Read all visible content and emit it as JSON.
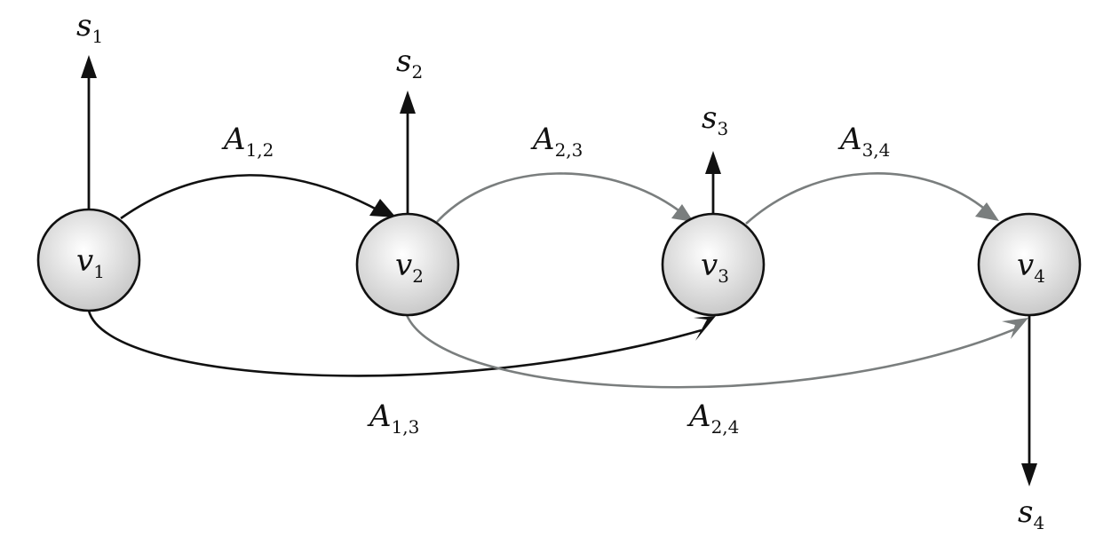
{
  "colors": {
    "primary_edge": "#111111",
    "secondary_edge": "#7a7e7e",
    "node_fill_center": "#ffffff",
    "node_fill_edge": "#c9c9c9"
  },
  "nodes": [
    {
      "id": "v1",
      "base": "v",
      "sub": "1"
    },
    {
      "id": "v2",
      "base": "v",
      "sub": "2"
    },
    {
      "id": "v3",
      "base": "v",
      "sub": "3"
    },
    {
      "id": "v4",
      "base": "v",
      "sub": "4"
    }
  ],
  "outputs": [
    {
      "id": "s1",
      "base": "s",
      "sub": "1"
    },
    {
      "id": "s2",
      "base": "s",
      "sub": "2"
    },
    {
      "id": "s3",
      "base": "s",
      "sub": "3"
    },
    {
      "id": "s4",
      "base": "s",
      "sub": "4"
    }
  ],
  "edges": [
    {
      "id": "A12",
      "base": "A",
      "sub": "1,2",
      "from": "v1",
      "to": "v2",
      "style": "primary"
    },
    {
      "id": "A23",
      "base": "A",
      "sub": "2,3",
      "from": "v2",
      "to": "v3",
      "style": "secondary"
    },
    {
      "id": "A34",
      "base": "A",
      "sub": "3,4",
      "from": "v3",
      "to": "v4",
      "style": "secondary"
    },
    {
      "id": "A13",
      "base": "A",
      "sub": "1,3",
      "from": "v1",
      "to": "v3",
      "style": "primary"
    },
    {
      "id": "A24",
      "base": "A",
      "sub": "2,4",
      "from": "v2",
      "to": "v4",
      "style": "secondary"
    }
  ]
}
